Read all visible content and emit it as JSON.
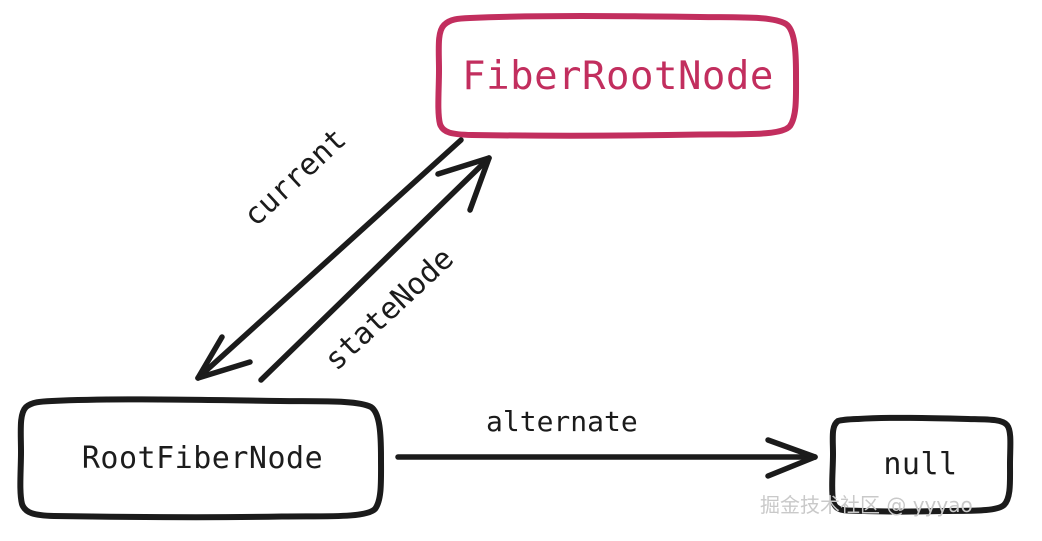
{
  "diagram": {
    "title": "React FiberRootNode / RootFiberNode relationship diagram",
    "background_color": "#ffffff",
    "accent_color": "#c22e5e",
    "ink_color": "#1b1b1b",
    "nodes": [
      {
        "id": "fiber-root-node",
        "label": "FiberRootNode",
        "color": "#c22e5e",
        "shape": "rounded-rect"
      },
      {
        "id": "root-fiber-node",
        "label": "RootFiberNode",
        "color": "#1b1b1b",
        "shape": "rounded-rect"
      },
      {
        "id": "null-node",
        "label": "null",
        "color": "#1b1b1b",
        "shape": "rounded-rect"
      }
    ],
    "edges": [
      {
        "id": "edge-current",
        "label": "current",
        "from": "fiber-root-node",
        "to": "root-fiber-node",
        "color": "#1b1b1b"
      },
      {
        "id": "edge-statenode",
        "label": "stateNode",
        "from": "root-fiber-node",
        "to": "fiber-root-node",
        "color": "#1b1b1b"
      },
      {
        "id": "edge-alternate",
        "label": "alternate",
        "from": "root-fiber-node",
        "to": "null-node",
        "color": "#1b1b1b"
      }
    ],
    "watermark": "掘金技术社区 @ yyyao"
  }
}
